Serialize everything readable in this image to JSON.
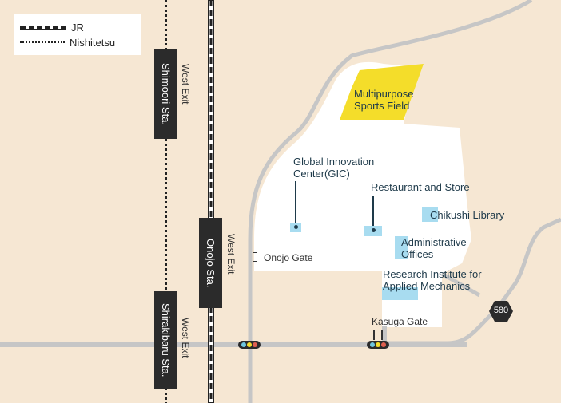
{
  "legend": {
    "jr_label": "JR",
    "nishitetsu_label": "Nishitetsu"
  },
  "stations": {
    "shimoori": "Shimoori Sta.",
    "onojo": "Onojo Sta.",
    "shirakibaru": "Shirakibaru Sta.",
    "west_exit": "West Exit"
  },
  "campus": {
    "sports_field": [
      "Multipurpose",
      "Sports Field"
    ],
    "gic": [
      "Global Innovation",
      "Center(GIC)"
    ],
    "restaurant": "Restaurant and Store",
    "library": "Chikushi Library",
    "admin": [
      "Administrative",
      "Offices"
    ],
    "research": [
      "Research Institute for",
      "Applied Mechanics"
    ]
  },
  "gates": {
    "onojo_gate": "Onojo Gate",
    "kasuga_gate": "Kasuga Gate"
  },
  "road": {
    "route_number": "580"
  },
  "colors": {
    "land": "#f6e7d3",
    "campus": "#ffffff",
    "road": "#c6c6c6",
    "sports_field": "#f4dd2a",
    "building": "#a8dcf0",
    "label": "#1e3a4a"
  }
}
